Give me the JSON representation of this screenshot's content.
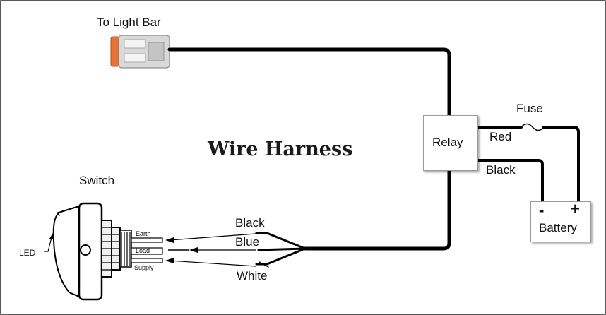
{
  "title": "Wire Harness",
  "labels": {
    "light_bar": "To Light Bar",
    "relay": "Relay",
    "fuse": "Fuse",
    "red": "Red",
    "black_relay": "Black",
    "battery": "Battery",
    "battery_neg": "-",
    "battery_pos": "+",
    "switch": "Switch",
    "led": "LED",
    "earth": "Earth",
    "load": "Load",
    "supply": "Supply",
    "wire_black": "Black",
    "wire_blue": "Blue",
    "wire_white": "White"
  },
  "colors": {
    "wire": "#000000",
    "connector_orange": "#e8733a",
    "box_border": "#9a9a9a"
  }
}
